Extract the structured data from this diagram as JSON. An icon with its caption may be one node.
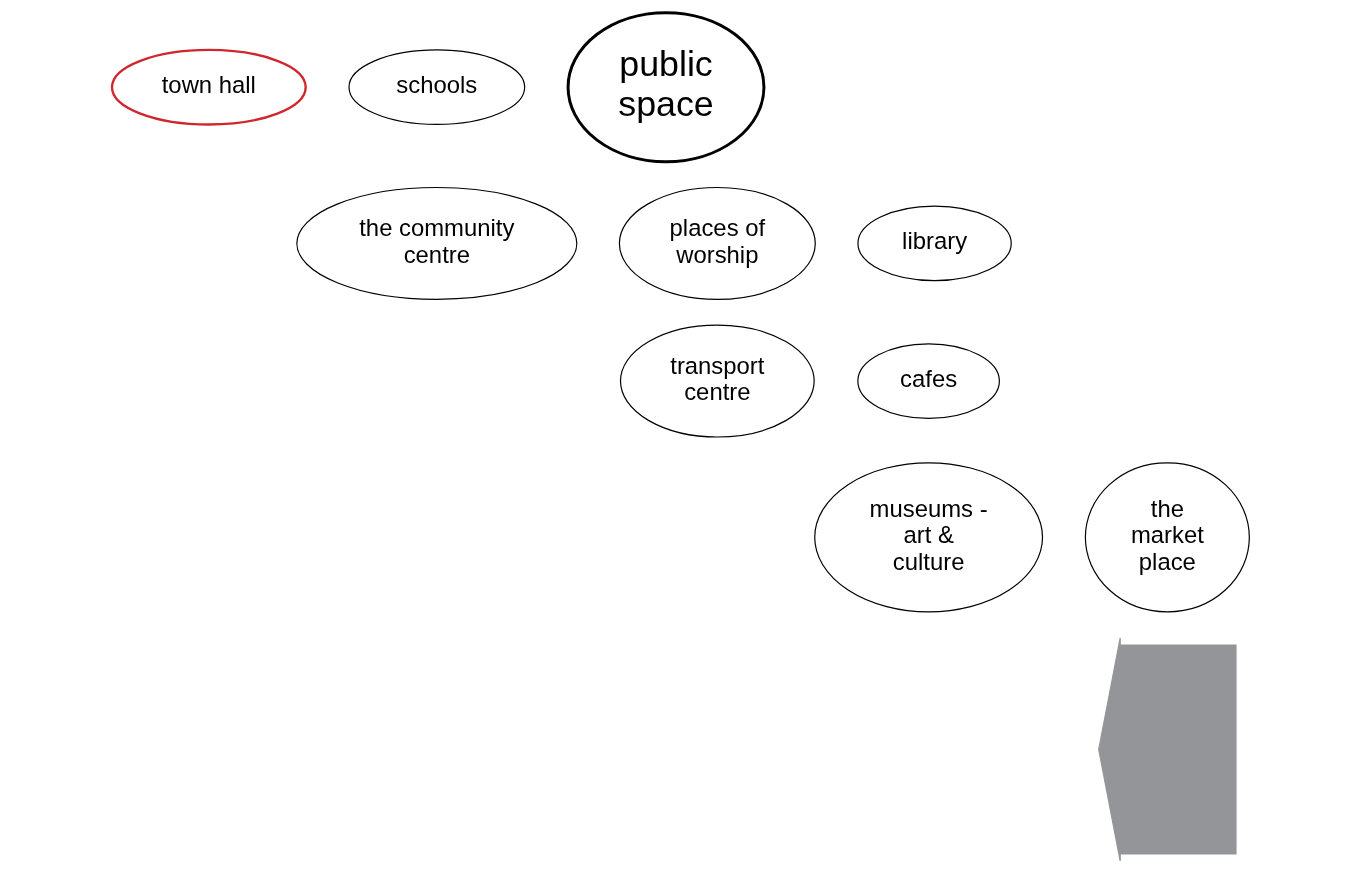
{
  "diagram": {
    "nodes": [
      {
        "text": [
          "town hall"
        ]
      },
      {
        "text": [
          "schools"
        ]
      },
      {
        "text": [
          "public space"
        ]
      },
      {
        "text": [
          "the community centre"
        ]
      },
      {
        "text": [
          "places of worship"
        ]
      },
      {
        "text": [
          "library"
        ]
      },
      {
        "text": [
          "transport centre"
        ]
      },
      {
        "text": [
          "cafes"
        ]
      },
      {
        "text": [
          "museums - art & culture"
        ]
      },
      {
        "text": [
          "the market place"
        ]
      },
      {
        "text": [],
        "shape": "arrow"
      }
    ]
  }
}
